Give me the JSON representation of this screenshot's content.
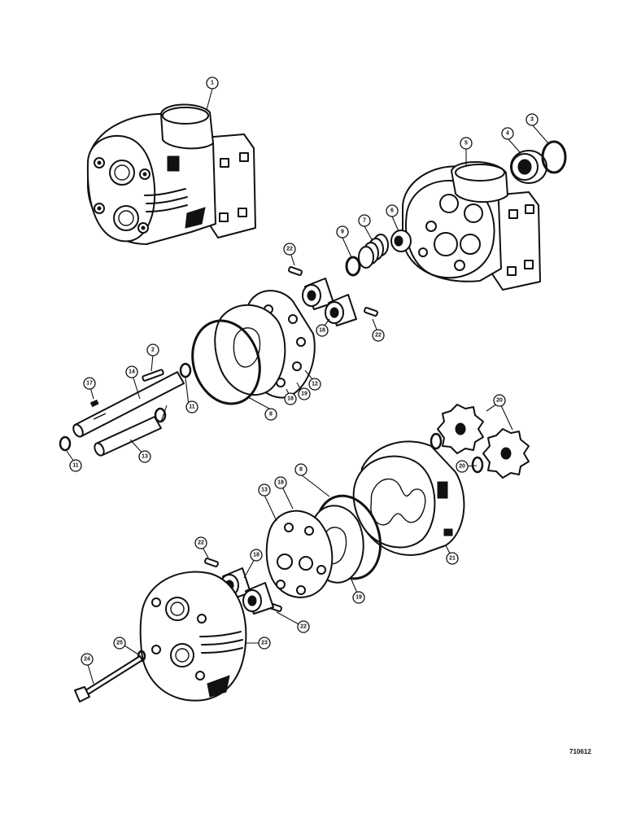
{
  "diagram_ref": "710612",
  "callouts": [
    {
      "id": "c1",
      "label": "1"
    },
    {
      "id": "c2",
      "label": "2"
    },
    {
      "id": "c3",
      "label": "3"
    },
    {
      "id": "c4",
      "label": "4"
    },
    {
      "id": "c5",
      "label": "5"
    },
    {
      "id": "c6",
      "label": "6"
    },
    {
      "id": "c7",
      "label": "7"
    },
    {
      "id": "c8a",
      "label": "8"
    },
    {
      "id": "c8b",
      "label": "8"
    },
    {
      "id": "c9",
      "label": "9"
    },
    {
      "id": "c11a",
      "label": "11"
    },
    {
      "id": "c11b",
      "label": "11"
    },
    {
      "id": "c12",
      "label": "12"
    },
    {
      "id": "c13a",
      "label": "13"
    },
    {
      "id": "c13b",
      "label": "13"
    },
    {
      "id": "c14",
      "label": "14"
    },
    {
      "id": "c17",
      "label": "17"
    },
    {
      "id": "c18a",
      "label": "18"
    },
    {
      "id": "c18b",
      "label": "18"
    },
    {
      "id": "c18c",
      "label": "18"
    },
    {
      "id": "c18d",
      "label": "18"
    },
    {
      "id": "c19a",
      "label": "19"
    },
    {
      "id": "c19b",
      "label": "19"
    },
    {
      "id": "c20a",
      "label": "20"
    },
    {
      "id": "c20b",
      "label": "20"
    },
    {
      "id": "c21",
      "label": "21"
    },
    {
      "id": "c22a",
      "label": "22"
    },
    {
      "id": "c22b",
      "label": "22"
    },
    {
      "id": "c22c",
      "label": "22"
    },
    {
      "id": "c22d",
      "label": "22"
    },
    {
      "id": "c23",
      "label": "23"
    },
    {
      "id": "c24",
      "label": "24"
    },
    {
      "id": "c25",
      "label": "25"
    }
  ]
}
